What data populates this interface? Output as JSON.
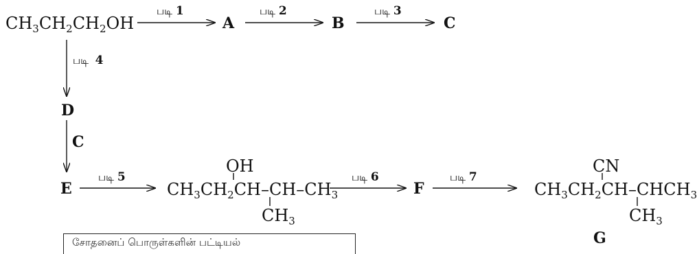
{
  "steps": {
    "s1": {
      "word": "படி",
      "num": "1"
    },
    "s2": {
      "word": "படி",
      "num": "2"
    },
    "s3": {
      "word": "படி",
      "num": "3"
    },
    "s4": {
      "word": "படி",
      "num": "4"
    },
    "s5": {
      "word": "படி",
      "num": "5"
    },
    "s6": {
      "word": "படி",
      "num": "6"
    },
    "s7": {
      "word": "படி",
      "num": "7"
    }
  },
  "compounds": {
    "A": "A",
    "B": "B",
    "C": "C",
    "D": "D",
    "E": "E",
    "F": "F",
    "G": "G"
  },
  "reagent_de": "C",
  "formulas": {
    "start": {
      "p1": "CH",
      "s1": "3",
      "p2": "CH",
      "s2": "2",
      "p3": "CH",
      "s3": "2",
      "p4": "OH"
    },
    "alcohol": {
      "p1": "CH",
      "s1": "3",
      "p2": "CH",
      "s2": "2",
      "p3": "CH–CH–CH",
      "s3": "3",
      "top": "OH",
      "branch_p": "CH",
      "branch_s": "3"
    },
    "nitrile": {
      "p1": "CH",
      "s1": "3",
      "p2": "CH",
      "s2": "2",
      "p3": "CH–CHCH",
      "s3": "3",
      "top": "CN",
      "branch_p": "CH",
      "branch_s": "3"
    }
  },
  "box_text": "சோதனைப் பொருள்களின் பட்டியல்"
}
